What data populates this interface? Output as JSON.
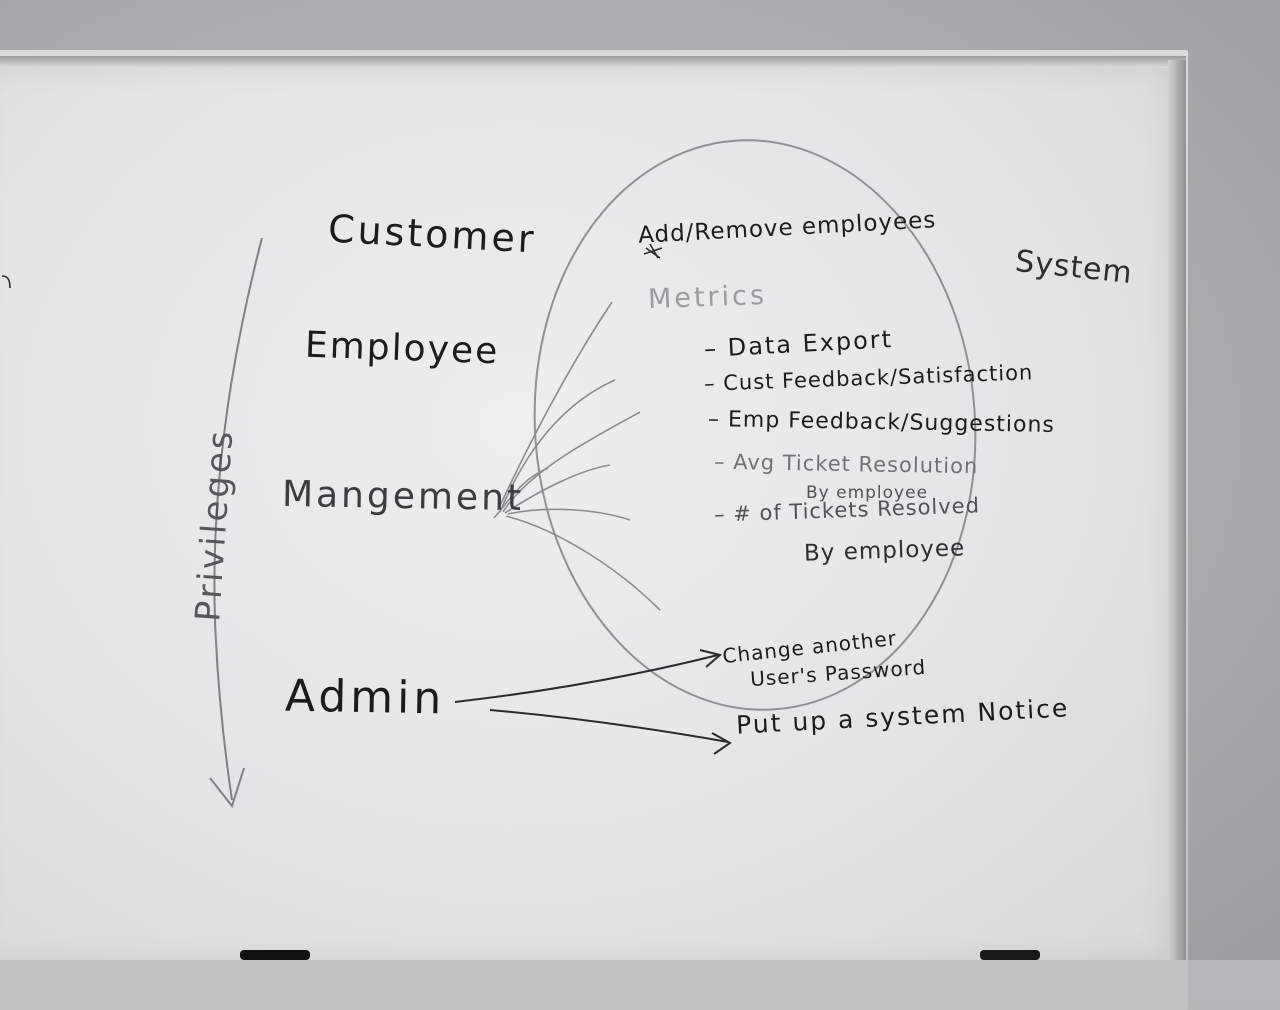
{
  "whiteboard": {
    "roles": {
      "customer": "Customer",
      "employee": "Employee",
      "management": "Mangement",
      "admin": "Admin"
    },
    "privileges_label": "Privileges",
    "system_label": "System",
    "system_scope": {
      "add_remove": "Add/Remove employees",
      "metrics_heading": "Metrics",
      "metrics_items": [
        "– Data Export",
        "– Cust Feedback/Satisfaction",
        "– Emp Feedback/Suggestions",
        "– Avg Ticket Resolution",
        "By employee",
        "– # of Tickets Resolved",
        "By employee"
      ]
    },
    "admin_actions": {
      "change_password_line1": "Change another",
      "change_password_line2": "User's Password",
      "system_notice": "Put up a system Notice"
    },
    "colors": {
      "ink": "#1c1c1f",
      "faint_ink": "#8c8e93",
      "board": "#e6e8eb",
      "frame": "#b9bbbd"
    }
  }
}
